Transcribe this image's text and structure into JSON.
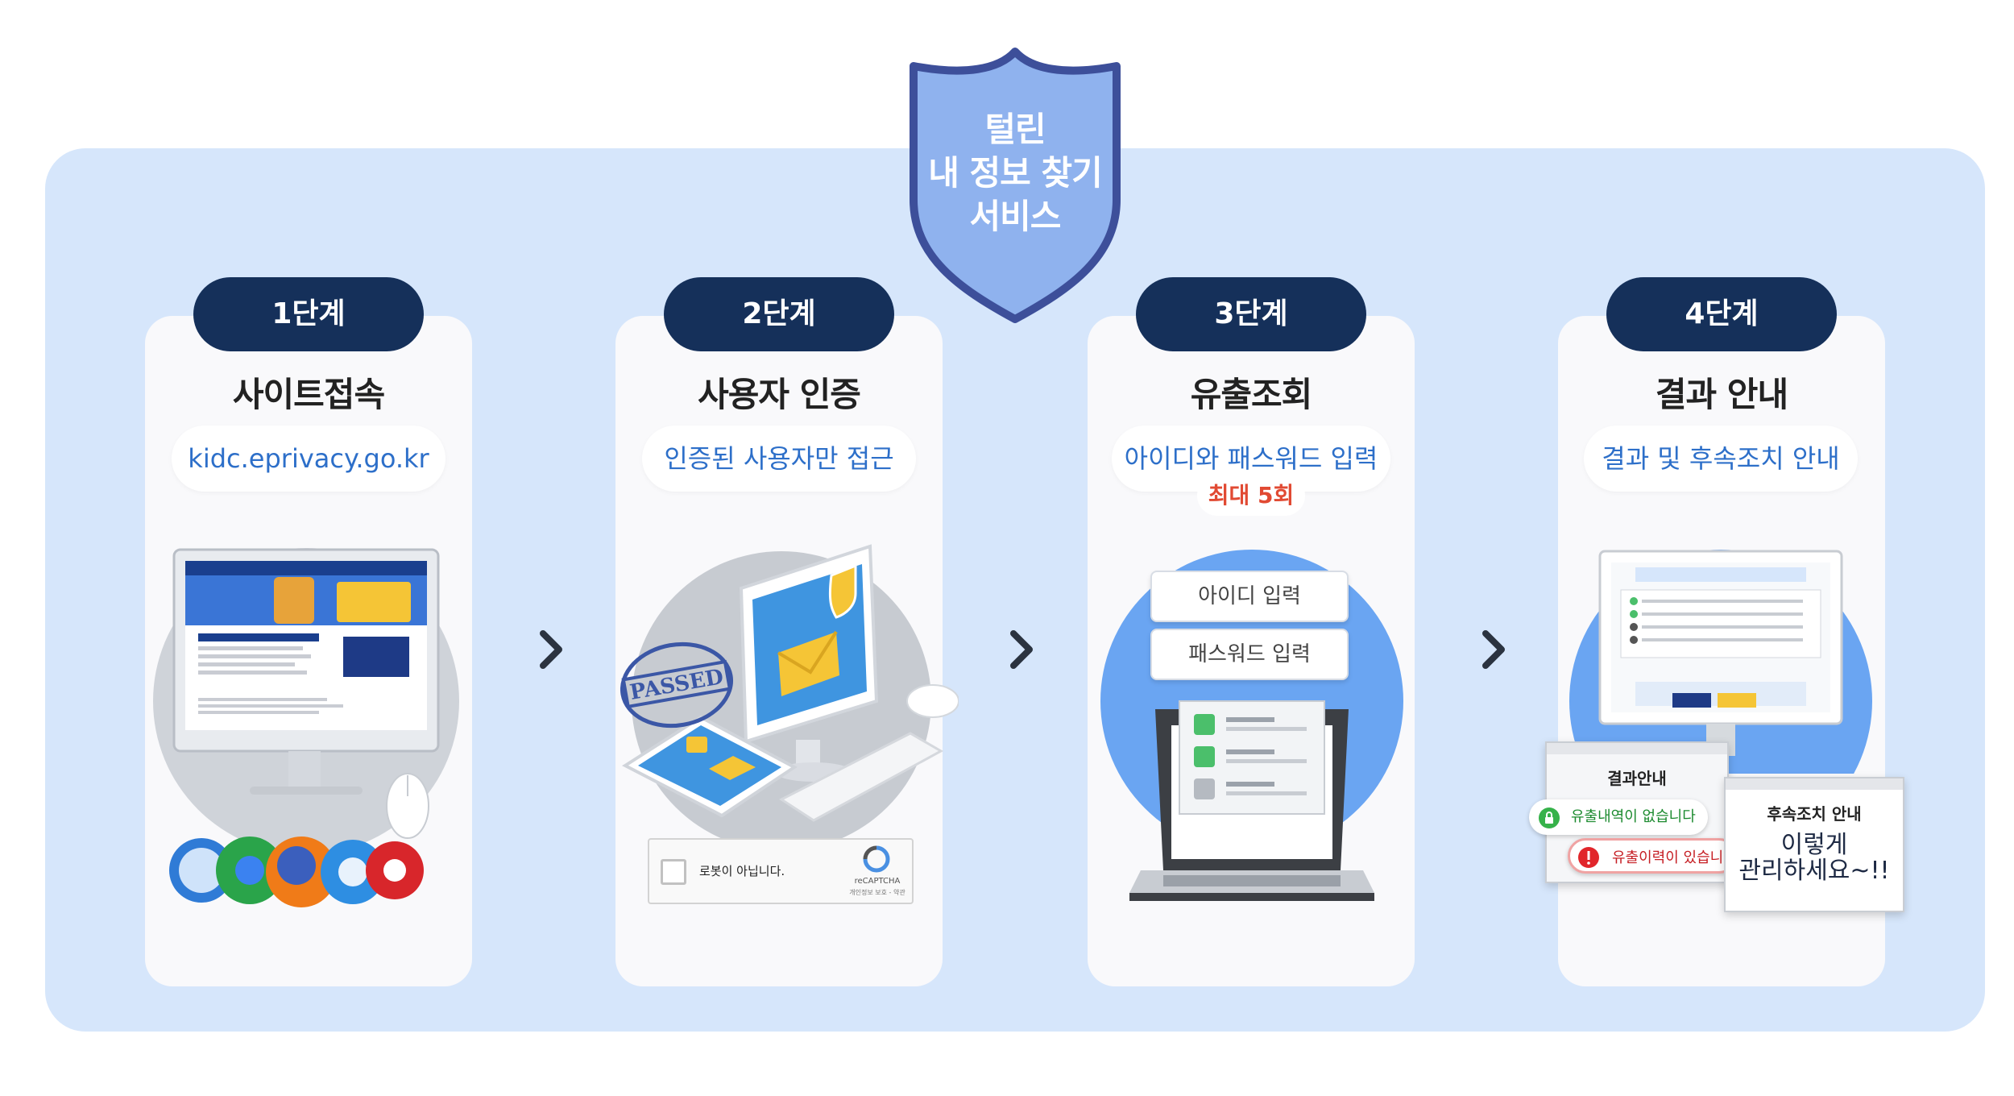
{
  "shield": {
    "line1": "털린",
    "line2": "내 정보 찾기",
    "line3": "서비스"
  },
  "steps": [
    {
      "badge": "1단계",
      "title": "사이트접속",
      "pill": "kidc.eprivacy.go.kr"
    },
    {
      "badge": "2단계",
      "title": "사용자 인증",
      "pill": "인증된 사용자만 접근",
      "stamp": "PASSED",
      "captcha_label": "로봇이 아닙니다.",
      "captcha_brand": "reCAPTCHA",
      "captcha_links": "개인정보 보호 - 약관"
    },
    {
      "badge": "3단계",
      "title": "유출조회",
      "pill": "아이디와 패스워드 입력",
      "sub": "최대 5회",
      "id_field": "아이디 입력",
      "pw_field": "패스워드 입력"
    },
    {
      "badge": "4단계",
      "title": "결과 안내",
      "pill": "결과 및 후속조치 안내",
      "result_title": "결과안내",
      "result_ok": "유출내역이 없습니다",
      "result_bad": "유출이력이 있습니다",
      "follow_title": "후속조치 안내",
      "follow_msg_1": "이렇게",
      "follow_msg_2": "관리하세요~!!"
    }
  ],
  "colors": {
    "panel": "#d6e6fb",
    "badge": "#15305a",
    "accent": "#2d6fc9",
    "shield": "#8fb2ee",
    "shield_border": "#3d4f9a",
    "warn": "#e14a33"
  }
}
